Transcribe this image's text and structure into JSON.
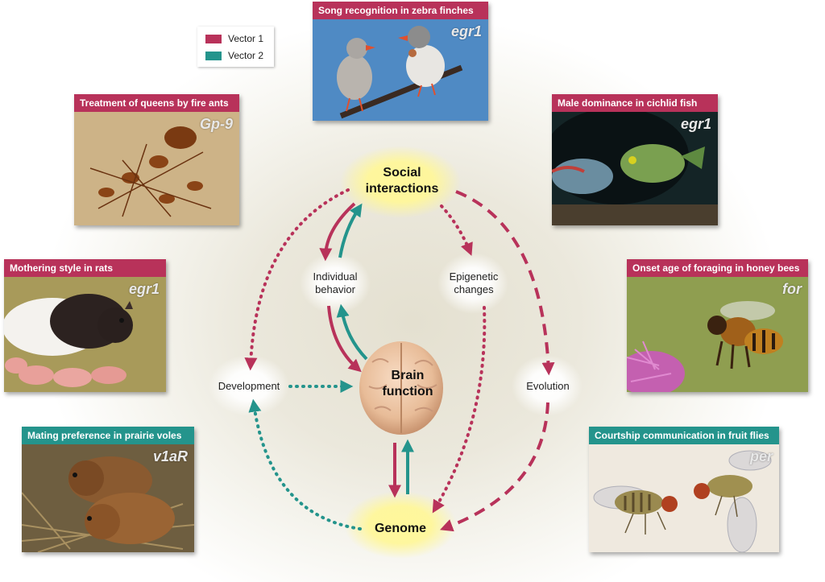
{
  "legend": {
    "items": [
      {
        "label": "Vector 1",
        "color": "#b8325a"
      },
      {
        "label": "Vector 2",
        "color": "#24948c"
      }
    ]
  },
  "nodes": {
    "social": [
      "Social",
      "interactions"
    ],
    "individual": [
      "Individual",
      "behavior"
    ],
    "epigenetic": [
      "Epigenetic",
      "changes"
    ],
    "development": "Development",
    "brain": [
      "Brain",
      "function"
    ],
    "evolution": "Evolution",
    "genome": "Genome"
  },
  "photos": [
    {
      "caption": "Song recognition in zebra finches",
      "gene": "egr1",
      "caption_color": "#b8325a",
      "icon": "zebra-finch-photo"
    },
    {
      "caption": "Treatment of queens by fire ants",
      "gene": "Gp-9",
      "caption_color": "#b8325a",
      "icon": "fire-ant-photo"
    },
    {
      "caption": "Male dominance in cichlid fish",
      "gene": "egr1",
      "caption_color": "#b8325a",
      "icon": "cichlid-fish-photo"
    },
    {
      "caption": "Mothering style in rats",
      "gene": "egr1",
      "caption_color": "#b8325a",
      "icon": "rat-photo"
    },
    {
      "caption": "Onset age of foraging in honey bees",
      "gene": "for",
      "caption_color": "#b8325a",
      "icon": "honey-bee-photo"
    },
    {
      "caption": "Mating preference in prairie voles",
      "gene": "v1aR",
      "caption_color": "#24948c",
      "icon": "prairie-vole-photo"
    },
    {
      "caption": "Courtship communication in fruit flies",
      "gene": "per",
      "caption_color": "#24948c",
      "icon": "fruit-fly-photo"
    }
  ],
  "colors": {
    "vector1": "#b8325a",
    "vector2": "#24948c",
    "highlight": "#fff79a"
  }
}
